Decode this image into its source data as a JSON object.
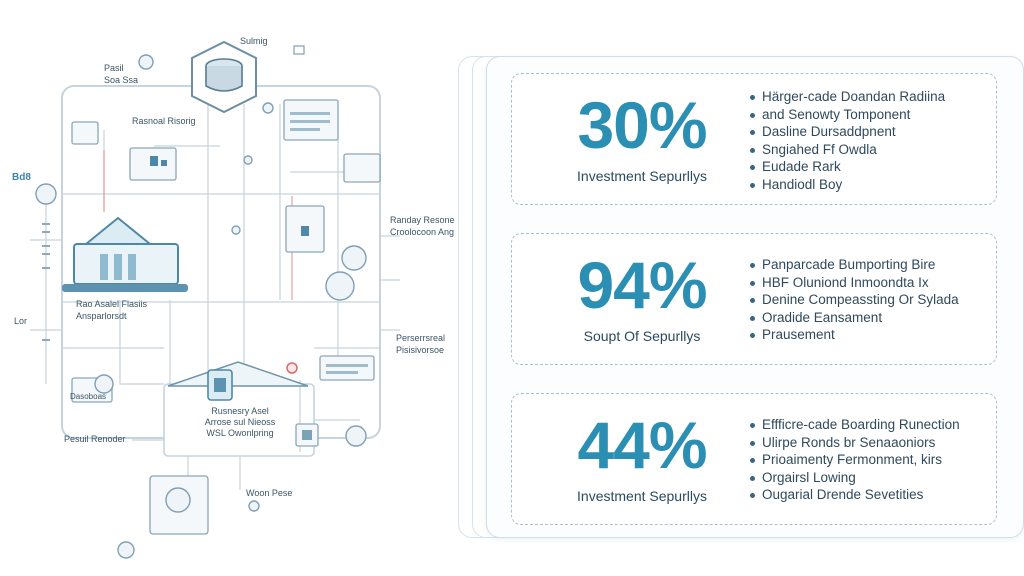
{
  "diagram": {
    "labels": {
      "top_hub": "Sulmig",
      "left_top": "Pasil\nSoa Ssa",
      "upper_mid": "Rasnoal Risorig",
      "left_building": "Rao Asalel Flasiis\nAnsparlorsdt",
      "right_mid": "Randay Resone\nCroolocoon Ang",
      "lower_building": "Rusnesry Asel\nArrose sul Nieoss\nWSL Owonlpring",
      "left_bottom": "Pesuil Renoder",
      "right_lower": "Perserrsreal\nPisisivorsoe",
      "bottom_center": "Woon Pese",
      "left_small": "Dasoboas",
      "side_1": "Bd8",
      "side_2": "Lor"
    }
  },
  "stats": [
    {
      "value": "30%",
      "label": "Investment Sepurllys",
      "bullets": [
        "Härger-cade Doandan Radiina",
        "and Senowty Tomponent",
        "Dasline Dursaddpnent",
        "Sngiahed Ff Owdla",
        "Eudade Rark",
        "Handiodl Boy"
      ]
    },
    {
      "value": "94%",
      "label": "Soupt Of Sepurllys",
      "bullets": [
        "Panparcade Bumporting Bire",
        "HBF Oluniond Inmoondta Ix",
        "Denine Compeassting Or Sylada",
        "Oradide Eansament",
        "Prausement"
      ]
    },
    {
      "value": "44%",
      "label": "Investment Sepurllys",
      "bullets": [
        "Effficre-cade Boarding Runection",
        "Ulirpe Ronds br Senaaoniors",
        "Prioaimenty Fermonment, kirs",
        "Orgairsl Lowing",
        "Ougarial Drende Sevetities"
      ]
    }
  ]
}
